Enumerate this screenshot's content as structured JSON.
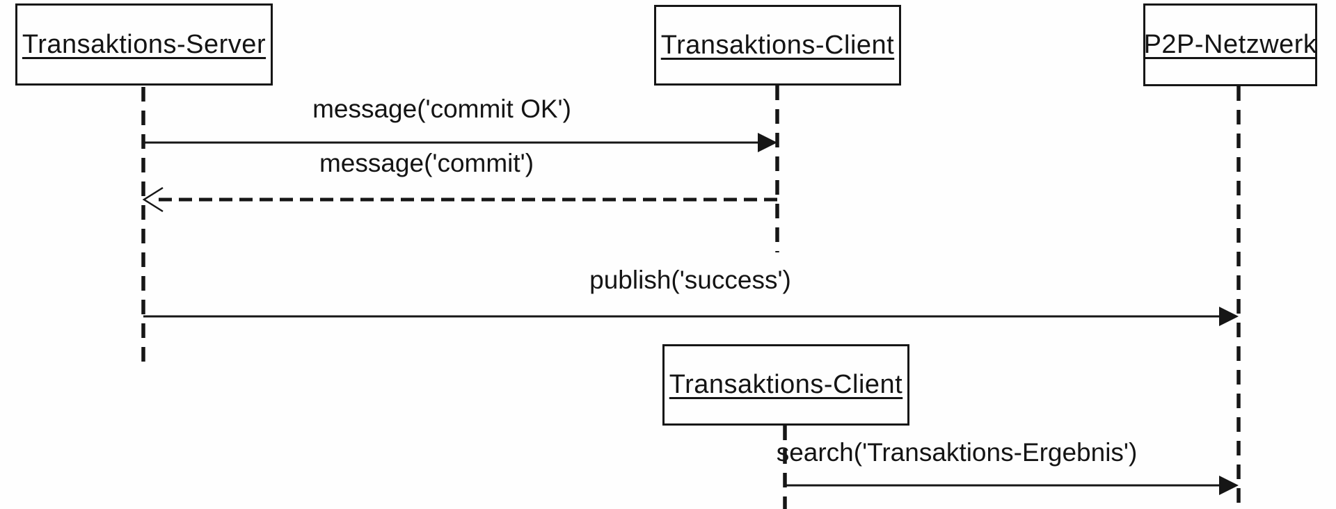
{
  "diagram": {
    "type": "uml-sequence-diagram",
    "colors": {
      "background": "#fefefe",
      "stroke": "#161616",
      "text": "#141414"
    },
    "actors": [
      {
        "id": "transaktions-server",
        "label": "Transaktions-Server"
      },
      {
        "id": "transaktions-client",
        "label": "Transaktions-Client"
      },
      {
        "id": "p2p-netzwerk",
        "label": "P2P-Netzwerk"
      },
      {
        "id": "transaktions-client-2",
        "label": "Transaktions-Client"
      }
    ],
    "messages": [
      {
        "label": "message('commit OK')",
        "from": "Transaktions-Server",
        "to": "Transaktions-Client",
        "line": "solid",
        "arrowhead": "filled"
      },
      {
        "label": "message('commit')",
        "from": "Transaktions-Client",
        "to": "Transaktions-Server",
        "line": "dashed",
        "arrowhead": "open"
      },
      {
        "label": "publish('success')",
        "from": "Transaktions-Server",
        "to": "P2P-Netzwerk",
        "line": "solid",
        "arrowhead": "filled"
      },
      {
        "label": "search('Transaktions-Ergebnis')",
        "from": "Transaktions-Client",
        "to": "P2P-Netzwerk",
        "line": "solid",
        "arrowhead": "filled"
      }
    ]
  }
}
